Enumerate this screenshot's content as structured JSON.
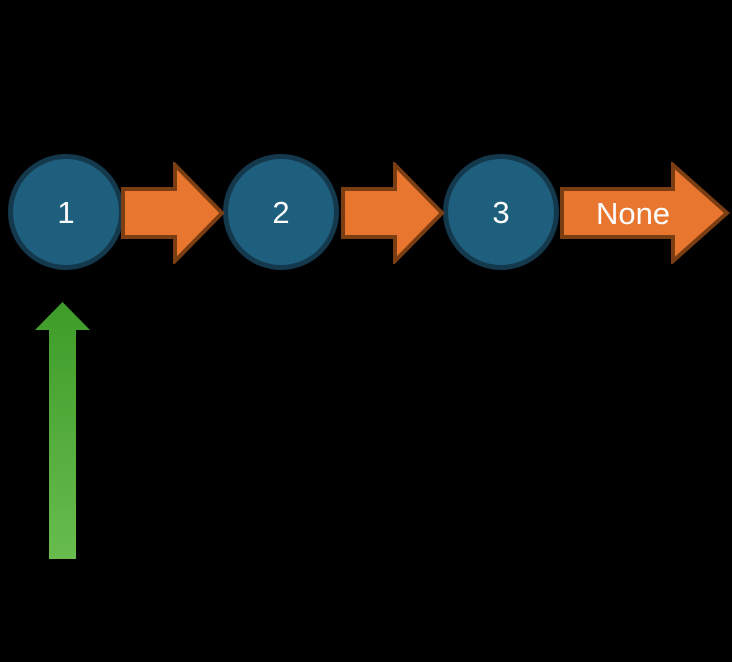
{
  "diagram": {
    "nodes": [
      {
        "label": "1"
      },
      {
        "label": "2"
      },
      {
        "label": "3"
      }
    ],
    "tail_label": "None",
    "colors": {
      "background": "#000000",
      "node_fill": "#1E5F7E",
      "node_border": "#14384C",
      "arrow_fill": "#E8762F",
      "arrow_border": "#7B3D12",
      "head_arrow_top": "#3E9C29",
      "head_arrow_bottom": "#67BC4D",
      "label_text": "#FCFCFC"
    }
  }
}
